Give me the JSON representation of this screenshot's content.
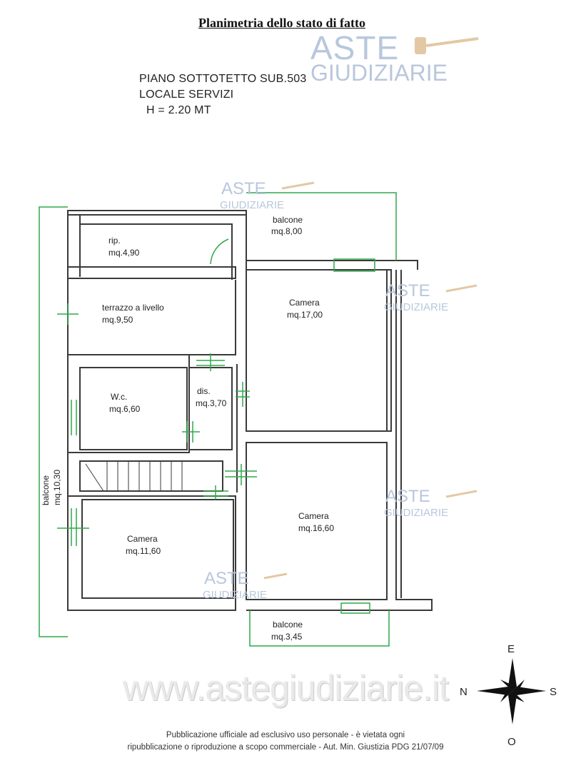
{
  "header": {
    "title": "Planimetria dello stato di fatto",
    "floor": "PIANO SOTTOTETTO SUB.503",
    "use": "LOCALE SERVIZI",
    "height": "H = 2.20 MT"
  },
  "watermark": {
    "line1": "ASTE",
    "line2": "GIUDIZIARIE",
    "site": "www.astegiudiziarie.it"
  },
  "rooms": {
    "balcone_top": {
      "name": "balcone",
      "area": "mq.8,00"
    },
    "rip": {
      "name": "rip.",
      "area": "mq.4,90"
    },
    "terrazzo": {
      "name": "terrazzo a livello",
      "area": "mq.9,50"
    },
    "camera_top": {
      "name": "Camera",
      "area": "mq.17,00"
    },
    "wc": {
      "name": "W.c.",
      "area": "mq.6,60"
    },
    "dis": {
      "name": "dis.",
      "area": "mq.3,70"
    },
    "balcone_left": {
      "name": "balcone",
      "area": "mq.10,30"
    },
    "camera_right": {
      "name": "Camera",
      "area": "mq.16,60"
    },
    "camera_bottom": {
      "name": "Camera",
      "area": "mq.11,60"
    },
    "balcone_bottom": {
      "name": "balcone",
      "area": "mq.3,45"
    }
  },
  "compass": {
    "n": "N",
    "e": "E",
    "s": "S",
    "o": "O"
  },
  "footer": {
    "line1": "Pubblicazione ufficiale ad esclusivo uso personale - è vietata ogni",
    "line2": "ripubblicazione o riproduzione a scopo commerciale - Aut. Min. Giustizia PDG 21/07/09"
  },
  "colors": {
    "wall": "#3a3a3a",
    "green": "#2fa84a",
    "watermark": "#b8c7dc"
  }
}
